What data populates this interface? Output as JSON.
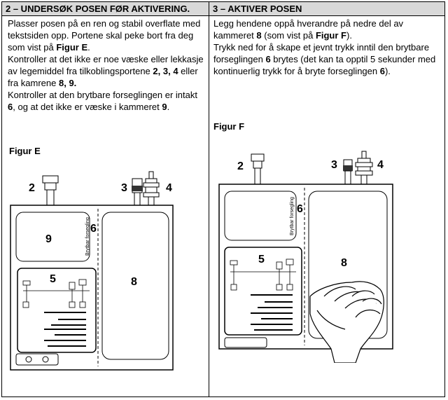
{
  "left": {
    "header": "2 – UNDERSØK POSEN FØR AKTIVERING.",
    "p1_a": "Plasser posen på en ren og stabil overflate med tekstsiden opp. Portene skal peke bort fra deg som vist på ",
    "p1_b": "Figur E",
    "p1_c": ".",
    "p2_a": "Kontroller at det ikke er noe væske eller lekkasje av legemiddel fra tilkoblingsportene ",
    "p2_b": "2, 3, 4",
    "p2_c": " eller fra kamrene ",
    "p2_d": "8, 9.",
    "p3_a": "Kontroller at den brytbare forseglingen er intakt ",
    "p3_b": "6",
    "p3_c": ", og at det ikke er væske i kammeret ",
    "p3_d": "9",
    "p3_e": ".",
    "figure_label": "Figur E",
    "figure": {
      "n2": "2",
      "n3": "3",
      "n4": "4",
      "n5": "5",
      "n6": "6",
      "n8": "8",
      "n9": "9",
      "seal_label": "Brytbar forsegling"
    }
  },
  "right": {
    "header": "3 – AKTIVER POSEN",
    "p1_a": "Legg hendene oppå hverandre på nedre del av kammeret ",
    "p1_b": "8",
    "p1_c": " (som vist på ",
    "p1_d": "Figur F",
    "p1_e": ").",
    "p2_a": "Trykk ned for å skape et jevnt trykk inntil den brytbare forseglingen ",
    "p2_b": "6",
    "p2_c": " brytes (det kan ta opptil 5 sekunder med kontinuerlig trykk for å bryte forseglingen ",
    "p2_d": "6",
    "p2_e": ").",
    "figure_label": "Figur F",
    "figure": {
      "n2": "2",
      "n3": "3",
      "n4": "4",
      "n5": "5",
      "n6": "6",
      "n8": "8",
      "seal_label": "Brytbar forsegling"
    }
  }
}
